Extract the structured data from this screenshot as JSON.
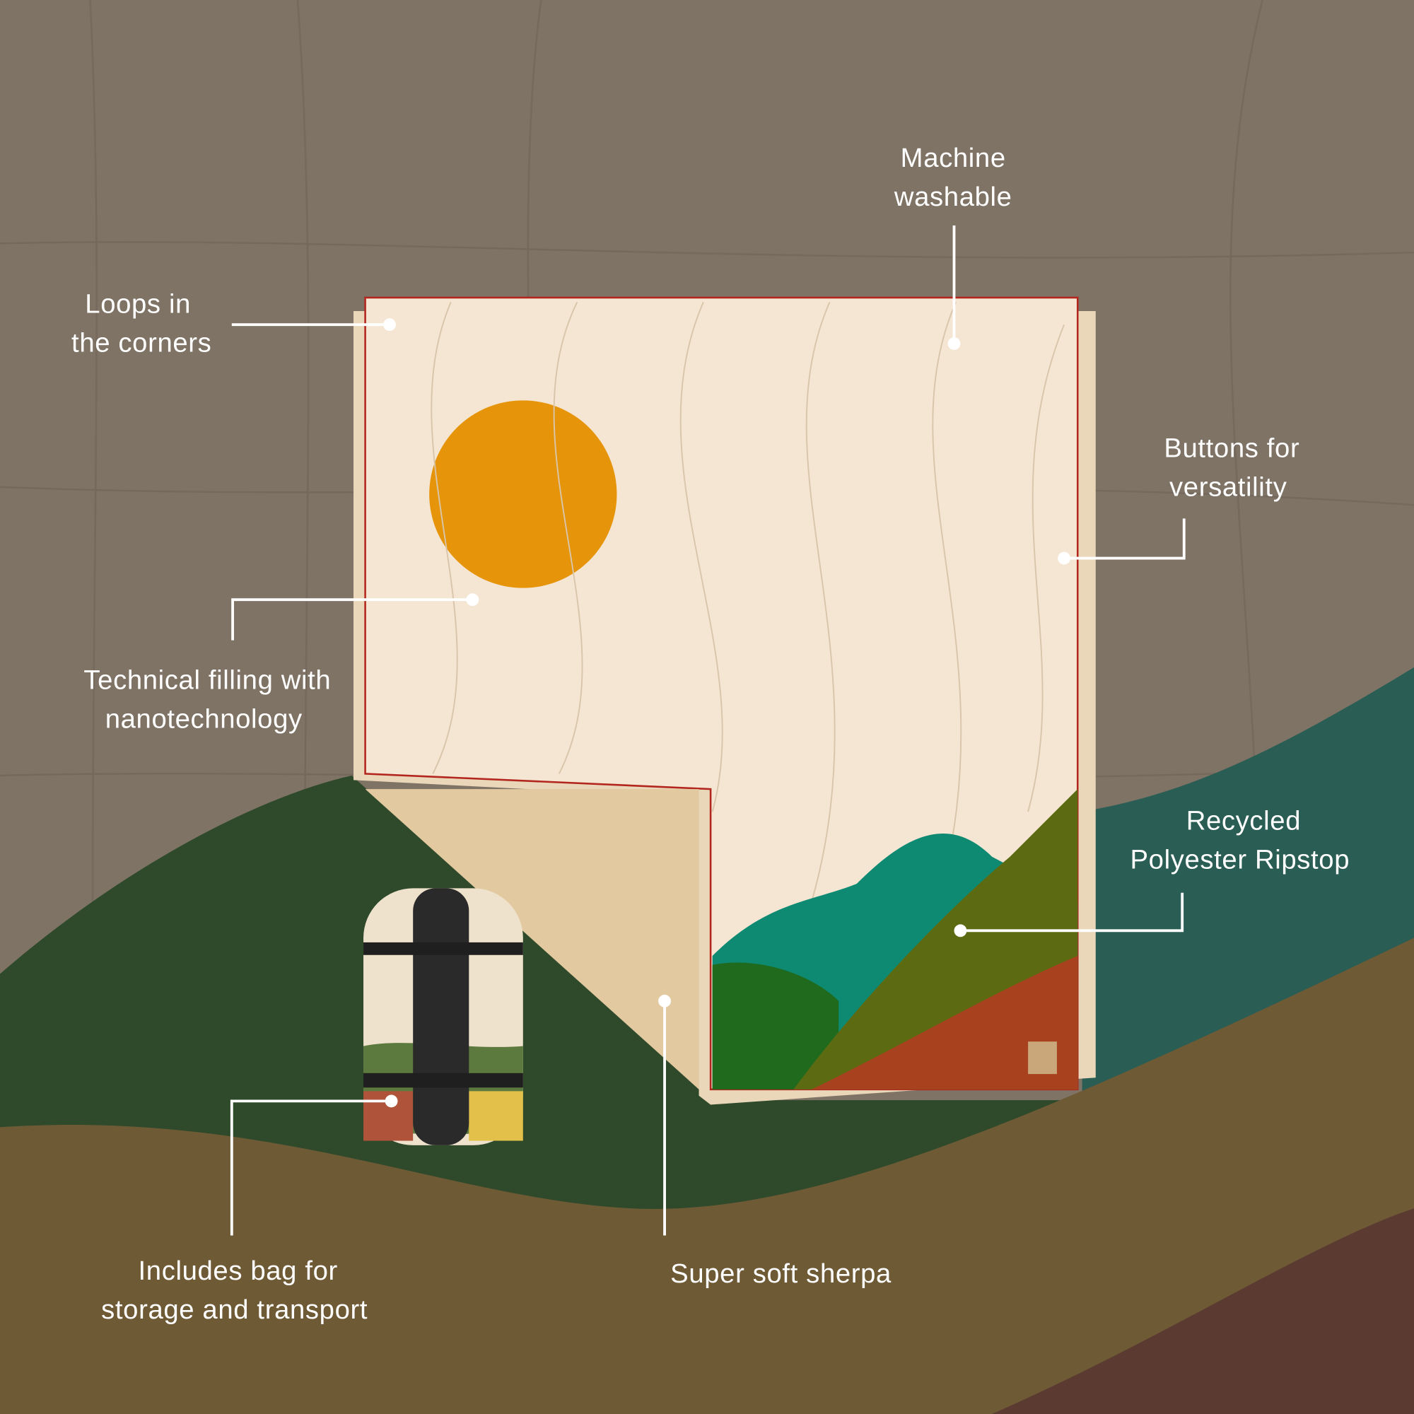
{
  "colors": {
    "background": "#7f7366",
    "hill_green": "#2e4a2b",
    "hill_teal": "#2a5d54",
    "hill_olive": "#6f5a36",
    "hill_maroon": "#5a3a31",
    "blanket_cream": "#f5e6d3",
    "blanket_border": "#b3261e",
    "sun": "#e6940a",
    "sherpa": "#e2c9a0",
    "callout": "#ffffff"
  },
  "callouts": {
    "loops": {
      "line1": "Loops in",
      "line2": "the corners"
    },
    "washable": {
      "line1": "Machine",
      "line2": "washable"
    },
    "buttons": {
      "line1": "Buttons for",
      "line2": "versatility"
    },
    "filling": {
      "line1": "Technical filling with",
      "line2": "nanotechnology"
    },
    "ripstop": {
      "line1": "Recycled",
      "line2": "Polyester Ripstop"
    },
    "bag": {
      "line1": "Includes bag for",
      "line2": "storage and transport"
    },
    "sherpa": {
      "line1": "Super soft sherpa"
    }
  }
}
